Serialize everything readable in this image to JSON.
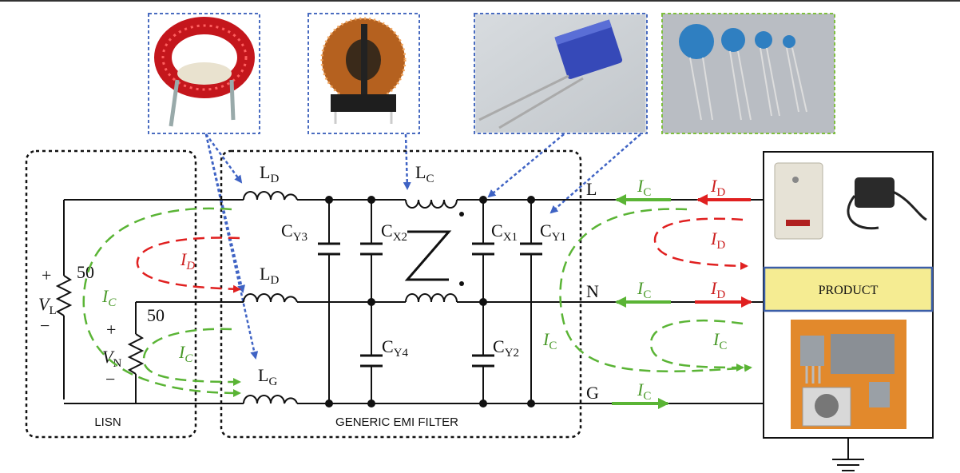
{
  "boxes": {
    "lisn": "LISN",
    "filter": "GENERIC EMI FILTER",
    "product": "PRODUCT"
  },
  "components": {
    "ld_top": {
      "main": "L",
      "sub": "D"
    },
    "ld_mid": {
      "main": "L",
      "sub": "D"
    },
    "lg": {
      "main": "L",
      "sub": "G"
    },
    "lc": {
      "main": "L",
      "sub": "C"
    },
    "cy3": {
      "main": "C",
      "sub": "Y3"
    },
    "cx2": {
      "main": "C",
      "sub": "X2"
    },
    "cx1": {
      "main": "C",
      "sub": "X1"
    },
    "cy1": {
      "main": "C",
      "sub": "Y1"
    },
    "cy4": {
      "main": "C",
      "sub": "Y4"
    },
    "cy2": {
      "main": "C",
      "sub": "Y2"
    }
  },
  "lines": {
    "l": "L",
    "n": "N",
    "g": "G"
  },
  "lisn": {
    "r_top": "50",
    "r_bottom": "50",
    "vl": {
      "main": "V",
      "sub": "L"
    },
    "vn": {
      "main": "V",
      "sub": "N"
    },
    "plus": "+",
    "minus": "−"
  },
  "currents": {
    "ic_main": "I",
    "ic_sub": "C",
    "id_main": "I",
    "id_sub": "D",
    "id_lisn_main": "I",
    "id_lisn_sub": "D",
    "ic_lisn_main": "I",
    "ic_lisn_sub": "C",
    "ic_prime_main": "I",
    "ic_prime_sub": "C"
  },
  "colors": {
    "green": "#5ab435",
    "red": "#e02020",
    "photo_border": "#4a6cc0",
    "photo_border_green": "#7fbf3f",
    "product_fill": "#f5ec92",
    "product_border": "#3b5ea8",
    "leader": "#3f63c4"
  },
  "photos": [
    {
      "name": "toroid-differential-inductor-photo"
    },
    {
      "name": "common-mode-choke-photo"
    },
    {
      "name": "x-capacitor-photo"
    },
    {
      "name": "y-capacitors-photo"
    }
  ],
  "product_images": [
    {
      "name": "ups-and-power-adapter-photo"
    },
    {
      "name": "power-electronics-photo"
    }
  ]
}
